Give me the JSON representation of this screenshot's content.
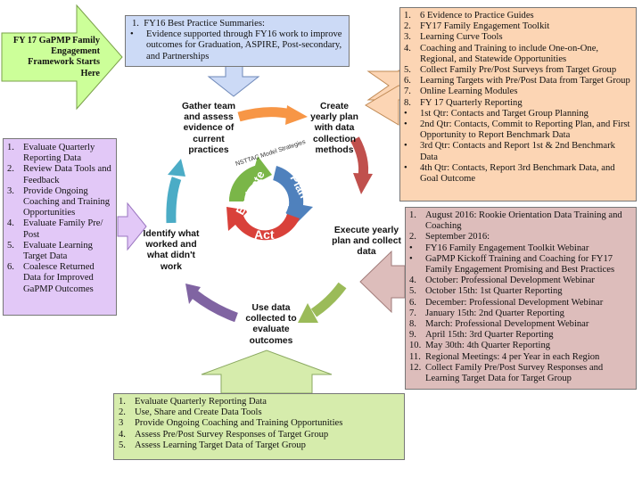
{
  "start_arrow": {
    "text": "FY 17 GaPMP Family Engagement Framework Starts Here",
    "fill": "#ccff99"
  },
  "top_box": {
    "title": "FY16 Best Practice Summaries:",
    "bullets": [
      "Evidence supported through FY16 work to improve outcomes for Graduation, ASPIRE, Post-secondary, and Partnerships"
    ],
    "fill": "#ccdaf6"
  },
  "orange_box": {
    "fill": "#fcd5b4",
    "items": [
      {
        "m": "1.",
        "t": "6 Evidence to Practice Guides"
      },
      {
        "m": "2.",
        "t": "FY17 Family Engagement Toolkit"
      },
      {
        "m": "3.",
        "t": "Learning Curve Tools"
      },
      {
        "m": "4.",
        "t": "Coaching and Training to include One-on-One, Regional, and Statewide Opportunities"
      },
      {
        "m": "5.",
        "t": "Collect Family Pre/Post Surveys from Target Group"
      },
      {
        "m": "6.",
        "t": "Learning Targets with Pre/Post Data from Target Group"
      },
      {
        "m": "7.",
        "t": "Online Learning Modules"
      },
      {
        "m": "8.",
        "t": "FY 17 Quarterly Reporting"
      },
      {
        "m": "•",
        "t": "1st Qtr: Contacts and Target Group Planning"
      },
      {
        "m": "•",
        "t": "2nd Qtr: Contacts, Commit to Reporting Plan, and First Opportunity to Report Benchmark Data"
      },
      {
        "m": "•",
        "t": "3rd Qtr: Contacts and Report 1st & 2nd Benchmark Data"
      },
      {
        "m": "•",
        "t": "4th Qtr: Contacts, Report 3rd Benchmark Data, and Goal Outcome"
      }
    ]
  },
  "purple_box": {
    "fill": "#e2c8f7",
    "items": [
      {
        "m": "1.",
        "t": "Evaluate Quarterly Reporting Data"
      },
      {
        "m": "2.",
        "t": "Review Data Tools and Feedback"
      },
      {
        "m": "3.",
        "t": "Provide Ongoing Coaching and Training Opportunities"
      },
      {
        "m": "4.",
        "t": "Evaluate Family Pre/ Post"
      },
      {
        "m": "5.",
        "t": "Evaluate Learning Target Data"
      },
      {
        "m": "6.",
        "t": "Coalesce Returned Data for Improved GaPMP Outcomes"
      }
    ]
  },
  "pink_box": {
    "fill": "#ddbdbb",
    "items": [
      {
        "m": "1.",
        "t": "August 2016: Rookie Orientation Data Training and Coaching"
      },
      {
        "m": "2.",
        "t": "September 2016:"
      },
      {
        "m": "•",
        "t": "FY16 Family Engagement Toolkit Webinar"
      },
      {
        "m": "•",
        "t": "GaPMP Kickoff Training and Coaching for FY17 Family Engagement Promising and Best Practices"
      },
      {
        "m": "4.",
        "t": "October: Professional Development Webinar"
      },
      {
        "m": "5.",
        "t": "October 15th: 1st Quarter Reporting"
      },
      {
        "m": "6.",
        "t": "December: Professional Development Webinar"
      },
      {
        "m": "7.",
        "t": "January 15th: 2nd Quarter Reporting"
      },
      {
        "m": "8.",
        "t": "March: Professional Development Webinar"
      },
      {
        "m": "9.",
        "t": "April 15th: 3rd Quarter Reporting"
      },
      {
        "m": "10.",
        "t": "May 30th: 4th Quarter Reporting"
      },
      {
        "m": "11.",
        "t": "Regional Meetings: 4 per Year in each Region"
      },
      {
        "m": "12.",
        "t": "Collect Family Pre/Post Survey Responses and Learning Target Data for Target Group"
      }
    ]
  },
  "green_box": {
    "fill": "#d6ecac",
    "items": [
      {
        "m": "1.",
        "t": "Evaluate Quarterly Reporting Data"
      },
      {
        "m": "2.",
        "t": "Use, Share and Create Data Tools"
      },
      {
        "m": "3",
        "t": "Provide Ongoing Coaching and Training Opportunities"
      },
      {
        "m": "4.",
        "t": "Assess Pre/Post Survey Responses of Target Group"
      },
      {
        "m": "5.",
        "t": "Assess Learning Target Data of Target Group"
      }
    ]
  },
  "cycle": {
    "gather": "Gather team and assess evidence of current practices",
    "create": "Create yearly plan with data collection methods",
    "execute": "Execute yearly plan and collect data",
    "use": "Use data collected to evaluate outcomes",
    "identify": "Identify what worked and what didn't work"
  },
  "center": {
    "arc_label": "NSTTAC Model Strategies",
    "evaluate": "Evaluate",
    "plan": "Plan",
    "act": "Act",
    "colors": {
      "evaluate": "#7ab648",
      "plan": "#4f81bd",
      "act": "#d9413a"
    }
  },
  "cycle_arrow_colors": {
    "orange": "#f79646",
    "red": "#c0504d",
    "green": "#9bbb59",
    "purple": "#8064a2",
    "teal": "#4bacc6"
  }
}
